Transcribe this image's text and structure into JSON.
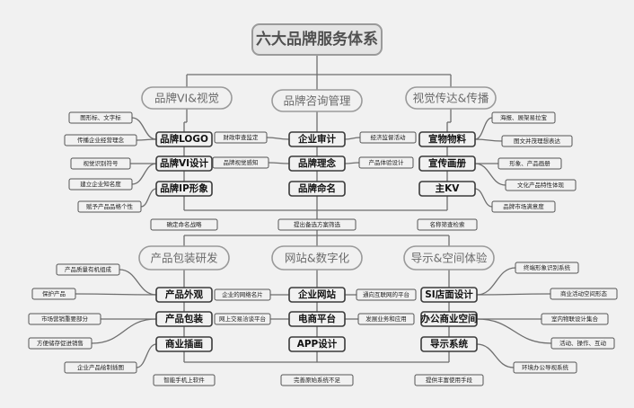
{
  "title": "六大品牌服务体系",
  "sections": [
    {
      "category": "品牌VI&视觉",
      "items": [
        {
          "label": "品牌LOGO",
          "leaves": [
            "图形标、文字标",
            "传播企业经营理念"
          ]
        },
        {
          "label": "品牌VI设计",
          "leaves": [
            "视觉识别符号",
            "建立企业知名度"
          ]
        },
        {
          "label": "品牌IP形象",
          "leaves": [
            "赋予产品品格个性"
          ]
        }
      ],
      "bottom_leaf": "确定命名战略"
    },
    {
      "category": "品牌咨询管理",
      "items": [
        {
          "label": "企业审计",
          "leaves": [
            "财政审查监定",
            "经济监督活动"
          ]
        },
        {
          "label": "品牌理念",
          "leaves": [
            "品牌视觉感知",
            "产品体验设计"
          ]
        },
        {
          "label": "品牌命名",
          "leaves": []
        }
      ],
      "bottom_leaf": "提出备选方案筛选"
    },
    {
      "category": "视觉传达&传播",
      "items": [
        {
          "label": "宣物物料",
          "leaves": [
            "海报、展架易拉宝",
            "图文并茂理想表达"
          ]
        },
        {
          "label": "宣传画册",
          "leaves": [
            "形象、产品画册",
            "文化产品特性体现"
          ]
        },
        {
          "label": "主KV",
          "leaves": [
            "品牌市场满意度"
          ]
        }
      ],
      "bottom_leaf": "名称筛查检索"
    },
    {
      "category": "产品包装研发",
      "items": [
        {
          "label": "产品外观",
          "leaves": [
            "产品质量有机组成",
            "保护产品"
          ]
        },
        {
          "label": "产品包装",
          "leaves": [
            "市场营销重要部分",
            "方便储存促进销售"
          ]
        },
        {
          "label": "商业插画",
          "leaves": [
            "企业产品绘制插图"
          ]
        }
      ],
      "bottom_leaf": "智能手机上软件"
    },
    {
      "category": "网站&数字化",
      "items": [
        {
          "label": "企业网站",
          "leaves": [
            "企业的网络名片",
            "通向互联网的平台"
          ]
        },
        {
          "label": "电商平台",
          "leaves": [
            "网上交易洽谈平台",
            "发展业务和应用"
          ]
        },
        {
          "label": "APP设计",
          "leaves": []
        }
      ],
      "bottom_leaf": "完善原始系统不足"
    },
    {
      "category": "导示&空间体验",
      "items": [
        {
          "label": "SI店面设计",
          "leaves": [
            "终端形象识别系统",
            "商业活动空间形态"
          ]
        },
        {
          "label": "办公商业空间",
          "leaves": [
            "室内物联设计集合",
            "活动、操作、互动"
          ]
        },
        {
          "label": "导示系统",
          "leaves": [
            "环境办公导视系统"
          ]
        }
      ],
      "bottom_leaf": "提供丰富使用手段"
    }
  ]
}
